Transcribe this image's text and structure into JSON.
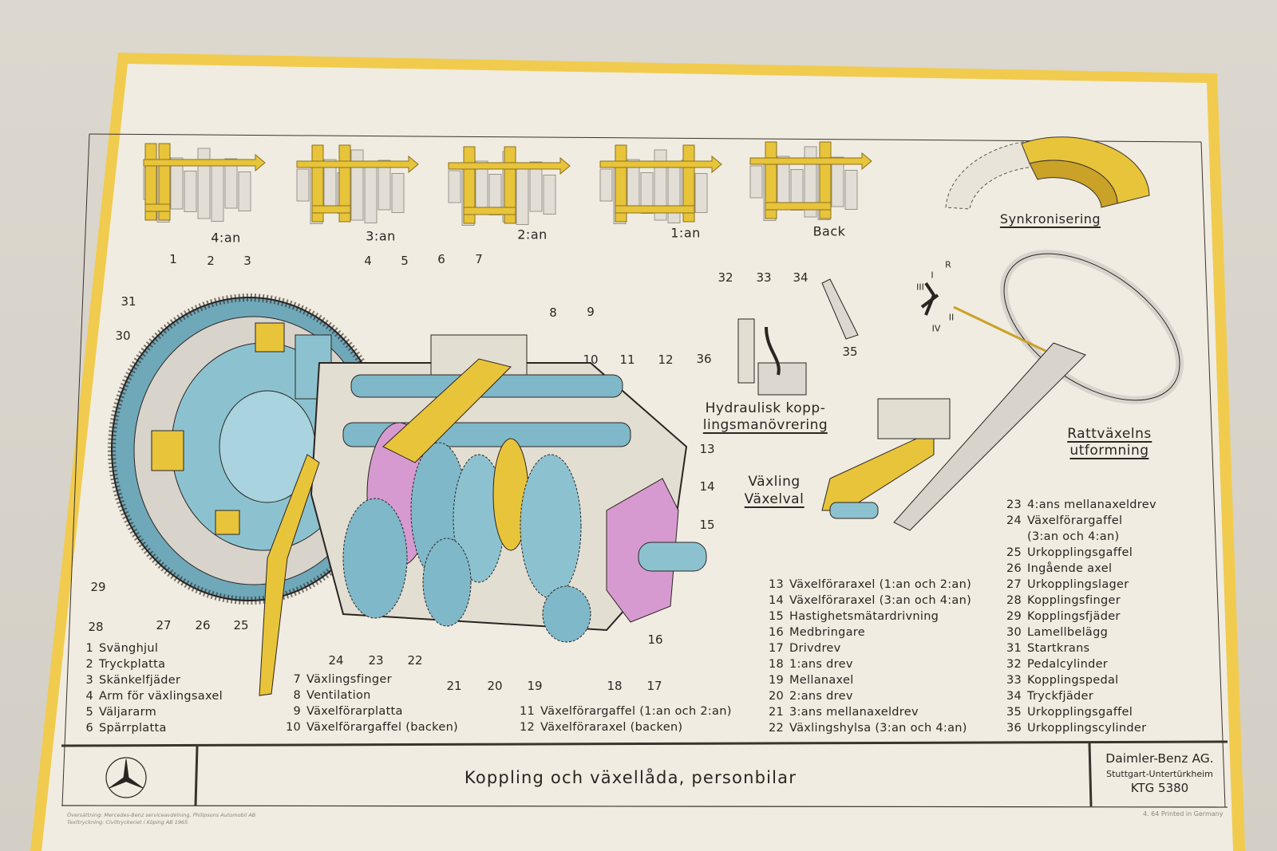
{
  "gear_diagrams": [
    "4:an",
    "3:an",
    "2:an",
    "1:an",
    "Back"
  ],
  "captions": {
    "synkronisering": "Synkronisering",
    "hydraulisk_1": "Hydraulisk kopp-",
    "hydraulisk_2": "lingsmanövrering",
    "vaxling": "Växling",
    "vaxelval": "Växelval",
    "ratt_1": "Rattväxelns",
    "ratt_2": "utformning"
  },
  "shift_pattern": {
    "r": "R",
    "i": "I",
    "ii": "II",
    "iii": "III",
    "iv": "IV"
  },
  "callouts": [
    "1",
    "2",
    "3",
    "4",
    "5",
    "6",
    "7",
    "8",
    "9",
    "10",
    "11",
    "12",
    "13",
    "14",
    "15",
    "16",
    "17",
    "18",
    "19",
    "20",
    "21",
    "22",
    "23",
    "24",
    "25",
    "26",
    "27",
    "28",
    "29",
    "30",
    "31",
    "32",
    "33",
    "34",
    "35",
    "36"
  ],
  "legend": {
    "col1": [
      {
        "n": "1",
        "t": "Svänghjul"
      },
      {
        "n": "2",
        "t": "Tryckplatta"
      },
      {
        "n": "3",
        "t": "Skänkelfjäder"
      },
      {
        "n": "4",
        "t": "Arm för växlingsaxel"
      },
      {
        "n": "5",
        "t": "Väljararm"
      },
      {
        "n": "6",
        "t": "Spärrplatta"
      }
    ],
    "col2": [
      {
        "n": "7",
        "t": "Växlingsfinger"
      },
      {
        "n": "8",
        "t": "Ventilation"
      },
      {
        "n": "9",
        "t": "Växelförarplatta"
      },
      {
        "n": "10",
        "t": "Växelförargaffel (backen)"
      }
    ],
    "col3": [
      {
        "n": "11",
        "t": "Växelförargaffel (1:an och 2:an)"
      },
      {
        "n": "12",
        "t": "Växelföraraxel (backen)"
      }
    ],
    "col4": [
      {
        "n": "13",
        "t": "Växelföraraxel (1:an och 2:an)"
      },
      {
        "n": "14",
        "t": "Växelföraraxel (3:an och 4:an)"
      },
      {
        "n": "15",
        "t": "Hastighetsmätardrivning"
      },
      {
        "n": "16",
        "t": "Medbringare"
      },
      {
        "n": "17",
        "t": "Drivdrev"
      },
      {
        "n": "18",
        "t": "1:ans drev"
      },
      {
        "n": "19",
        "t": "Mellanaxel"
      },
      {
        "n": "20",
        "t": "2:ans drev"
      },
      {
        "n": "21",
        "t": "3:ans mellanaxeldrev"
      },
      {
        "n": "22",
        "t": "Växlingshylsa (3:an och 4:an)"
      }
    ],
    "col5": [
      {
        "n": "23",
        "t": "4:ans mellanaxeldrev"
      },
      {
        "n": "24",
        "t": "Växelförargaffel",
        "t2": "(3:an och 4:an)"
      },
      {
        "n": "25",
        "t": "Urkopplingsgaffel"
      },
      {
        "n": "26",
        "t": "Ingående axel"
      },
      {
        "n": "27",
        "t": "Urkopplingslager"
      },
      {
        "n": "28",
        "t": "Kopplingsfinger"
      },
      {
        "n": "29",
        "t": "Kopplingsfjäder"
      },
      {
        "n": "30",
        "t": "Lamellbelägg"
      },
      {
        "n": "31",
        "t": "Startkrans"
      },
      {
        "n": "32",
        "t": "Pedalcylinder"
      },
      {
        "n": "33",
        "t": "Kopplingspedal"
      },
      {
        "n": "34",
        "t": "Tryckfjäder"
      },
      {
        "n": "35",
        "t": "Urkopplingsgaffel"
      },
      {
        "n": "36",
        "t": "Urkopplingscylinder"
      }
    ]
  },
  "title_block": {
    "title": "Koppling och växellåda, personbilar",
    "company": "Daimler-Benz AG.",
    "city": "Stuttgart-Untertürkheim",
    "code": "KTG 5380"
  },
  "footer": {
    "line1": "Översättning: Mercedes-Benz serviceavdelning, Philipsons Automobil AB",
    "line2": "Texttryckning: Civiltryckeriet i Köping AB 1965",
    "print": "4. 64   Printed in Germany"
  },
  "colors": {
    "yellow": "#e8c43a",
    "teal": "#7fb8c8",
    "pink": "#d79ad0",
    "ink": "#2b2522",
    "paper": "#f0ece1"
  }
}
